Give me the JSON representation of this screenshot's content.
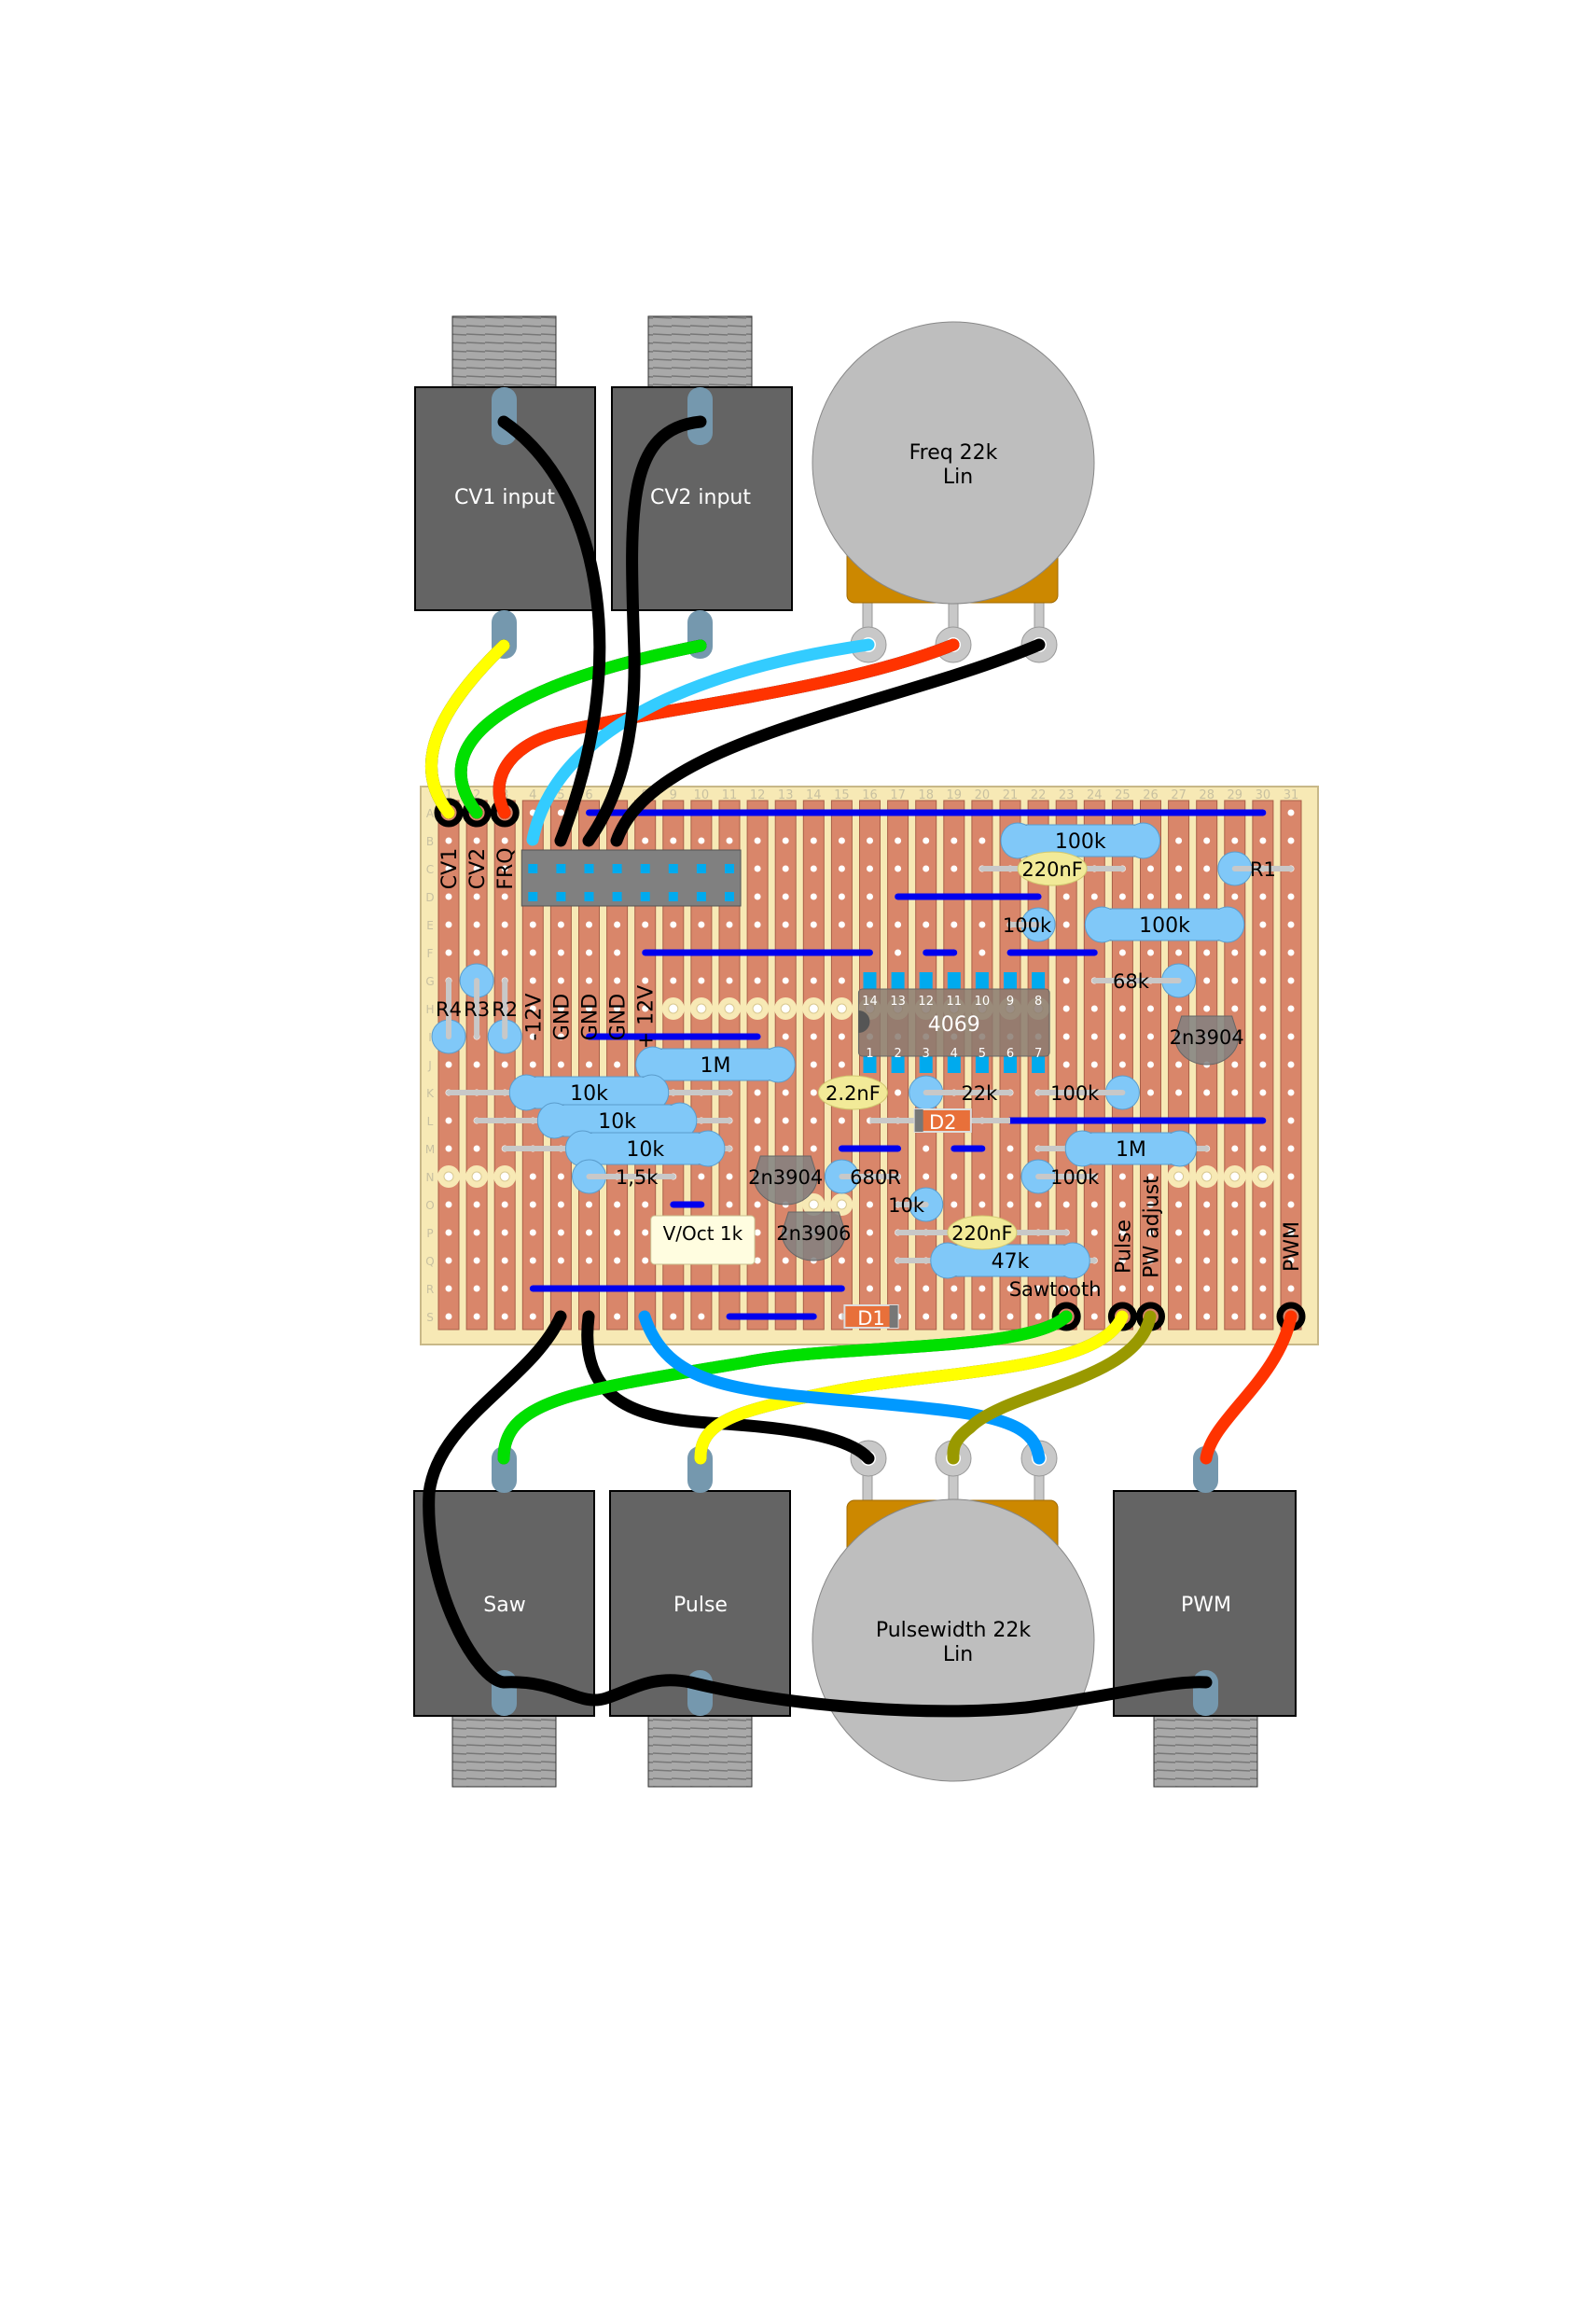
{
  "jacks": {
    "cv1": "CV1 input",
    "cv2": "CV2 input",
    "saw": "Saw",
    "pulse": "Pulse",
    "pwm": "PWM"
  },
  "pots": {
    "freq": {
      "line1": "Freq 22k",
      "line2": "Lin"
    },
    "pw": {
      "line1": "Pulsewidth 22k",
      "line2": "Lin"
    }
  },
  "board": {
    "columns": [
      "1",
      "2",
      "3",
      "4",
      "5",
      "6",
      "7",
      "8",
      "9",
      "10",
      "11",
      "12",
      "13",
      "14",
      "15",
      "16",
      "17",
      "18",
      "19",
      "20",
      "21",
      "22",
      "23",
      "24",
      "25",
      "26",
      "27",
      "28",
      "29",
      "30",
      "31"
    ],
    "rows": [
      "A",
      "B",
      "C",
      "D",
      "E",
      "F",
      "G",
      "H",
      "I",
      "J",
      "K",
      "L",
      "M",
      "N",
      "O",
      "P",
      "Q",
      "R",
      "S"
    ],
    "labels": [
      "CV1",
      "CV2",
      "FRQ",
      "-12V",
      "GND",
      "GND",
      "GND",
      "+ 12V",
      "Sawtooth",
      "Pulse",
      "PW adjust",
      "PWM"
    ],
    "resistors": [
      "100k",
      "100k",
      "1M",
      "10k",
      "10k",
      "10k",
      "1M",
      "47k"
    ],
    "standing_resistors": [
      "R1",
      "100k",
      "68k",
      "R4",
      "R3",
      "R2",
      "1,5k",
      "680R",
      "10k",
      "22k",
      "100k",
      "100k"
    ],
    "capacitors": [
      "220nF",
      "2.2nF",
      "220nF"
    ],
    "diodes": [
      "D2",
      "D1"
    ],
    "transistors": [
      "2n3904",
      "2n3904",
      "2n3906"
    ],
    "ic": {
      "name": "4069",
      "top_pins": [
        "14",
        "13",
        "12",
        "11",
        "10",
        "9",
        "8"
      ],
      "bottom_pins": [
        "1",
        "2",
        "3",
        "4",
        "5",
        "6",
        "7"
      ]
    },
    "trimmer": "V/Oct 1k"
  },
  "colors": {
    "strip": "#d9866a",
    "board": "#f7e9b5",
    "component": "#80c8f8",
    "link": "#0000ee",
    "cap": "#f2ea98"
  }
}
